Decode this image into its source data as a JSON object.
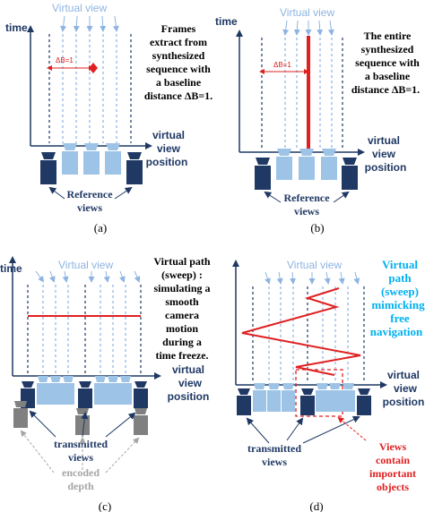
{
  "colors": {
    "navy": "#1f3864",
    "virtual": "#8db4e2",
    "virtual_camera": "#9dc3e6",
    "red": "#e02020",
    "cyan": "#00b0f0",
    "gray": "#7f7f7f",
    "arrow_gray": "#a6a6a6"
  },
  "panels": {
    "a": {
      "label": "(a)",
      "time": "time",
      "virtual_view": "Virtual view",
      "description": [
        "Frames",
        "extract from",
        "synthesized",
        "sequence with",
        "a baseline",
        "distance ΔB=1."
      ],
      "delta": "ΔB=1",
      "axis": [
        "virtual",
        "view",
        "position"
      ],
      "reference": [
        "Reference",
        "views"
      ]
    },
    "b": {
      "label": "(b)",
      "time": "time",
      "virtual_view": "Virtual view",
      "description": [
        "The entire",
        "synthesized",
        "sequence with",
        "a baseline",
        "distance ΔB=1."
      ],
      "delta": "ΔB=1",
      "axis": [
        "virtual",
        "view",
        "position"
      ],
      "reference": [
        "Reference",
        "views"
      ]
    },
    "c": {
      "label": "(c)",
      "time": "time",
      "virtual_view": "Virtual view",
      "description": [
        "Virtual path",
        "(sweep) :",
        "simulating a",
        "smooth",
        "camera",
        "motion",
        "during a",
        "time freeze."
      ],
      "axis": [
        "virtual",
        "view",
        "position"
      ],
      "transmitted": [
        "transmitted",
        "views"
      ],
      "encoded": [
        "encoded",
        "depth"
      ]
    },
    "d": {
      "label": "(d)",
      "virtual_view": "Virtual view",
      "description": [
        "Virtual",
        "path",
        "(sweep)",
        "mimicking",
        "free",
        "navigation"
      ],
      "axis": [
        "virtual",
        "view",
        "position"
      ],
      "transmitted": [
        "transmitted",
        "views"
      ],
      "important": [
        "Views",
        "contain",
        "important",
        "objects"
      ]
    }
  }
}
